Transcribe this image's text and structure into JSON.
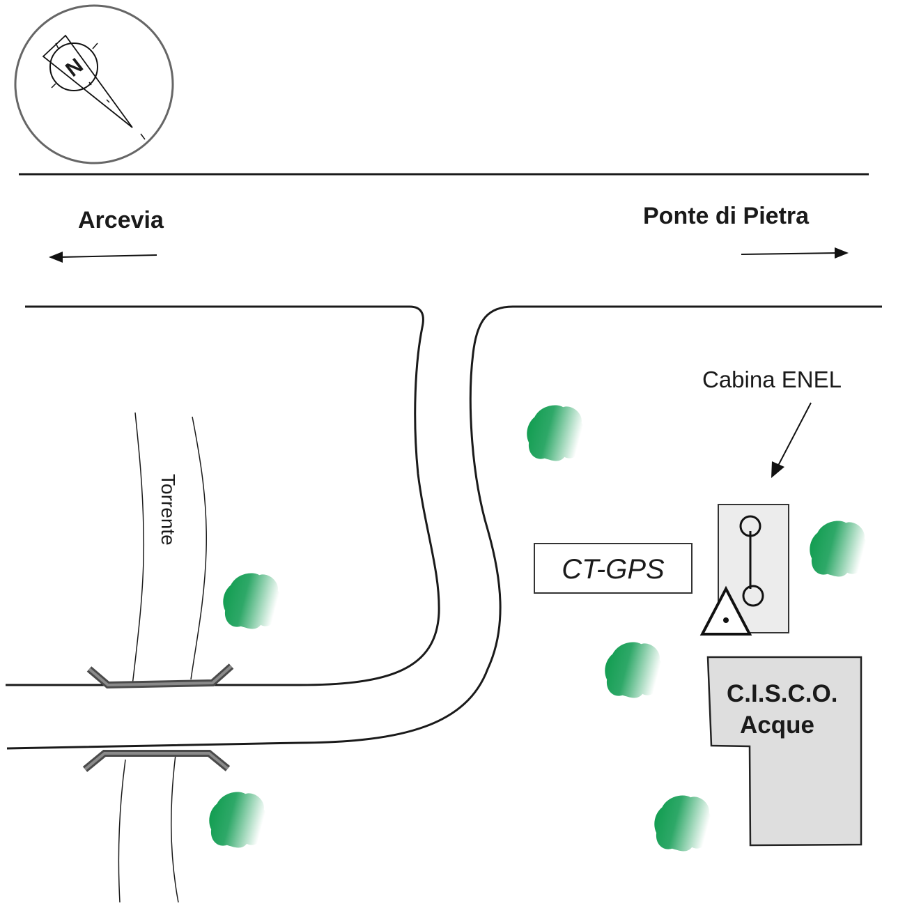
{
  "map": {
    "compass": {
      "label": "N"
    },
    "directions": {
      "left": {
        "label": "Arcevia"
      },
      "right": {
        "label": "Ponte di Pietra"
      }
    },
    "stream": {
      "label": "Torrente"
    },
    "station": {
      "label": "CT-GPS"
    },
    "substation": {
      "label": "Cabina ENEL"
    },
    "building": {
      "line1": "C.I.S.C.O.",
      "line2": "Acque"
    },
    "colors": {
      "tree_dark": "#0a9a4a",
      "tree_light": "#ffffff",
      "building_fill": "#dedede",
      "substation_fill": "#ececec",
      "bridge": "#6b6b6b",
      "line": "#1a1a1a"
    }
  }
}
